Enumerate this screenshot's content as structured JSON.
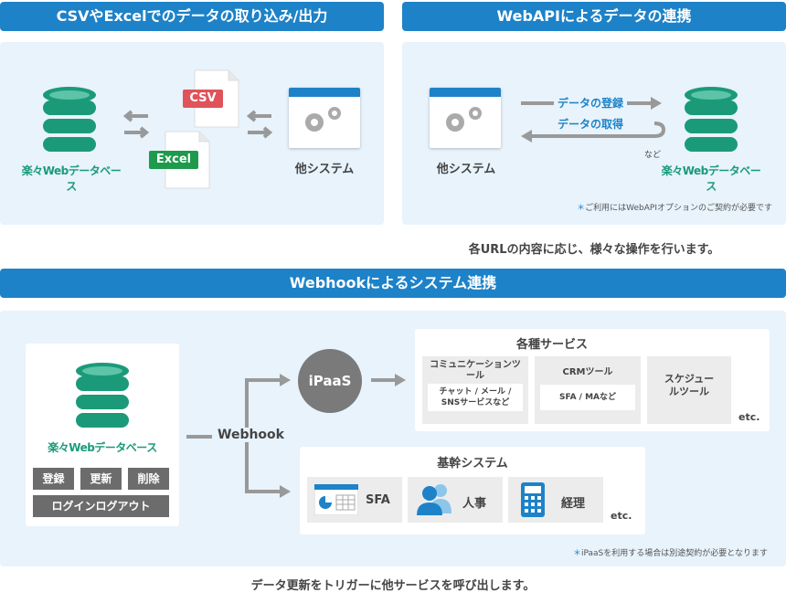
{
  "section1": {
    "title": "CSVやExcelでのデータの取り込み/出力",
    "db_label": "楽々Webデータベース",
    "csv_label": "CSV",
    "excel_label": "Excel",
    "other_system": "他システム"
  },
  "section2": {
    "title": "WebAPIによるデータの連携",
    "other_system": "他システム",
    "register": "データの登録",
    "fetch": "データの取得",
    "nado": "など",
    "db_label": "楽々Webデータベース",
    "note": "ご利用にはWebAPIオプションのご契約が必要です",
    "caption": "各URLの内容に応じ、様々な操作を行います。"
  },
  "section3": {
    "title": "Webhookによるシステム連携",
    "db_label": "楽々Webデータベース",
    "buttons": [
      "登録",
      "更新",
      "削除",
      "ログインログアウト"
    ],
    "webhook": "Webhook",
    "ipaas": "iPaaS",
    "services": {
      "title": "各種サービス",
      "comm_title": "コミュニケーションツール",
      "comm_detail_1": "チャット / メール /",
      "comm_detail_2": "SNSサービスなど",
      "crm_title": "CRMツール",
      "crm_detail": "SFA / MAなど",
      "sched_title": "スケジュールツール",
      "etc": "etc."
    },
    "core": {
      "title": "基幹システム",
      "sfa": "SFA",
      "hr": "人事",
      "acc": "経理",
      "etc": "etc."
    },
    "note": "iPaaSを利用する場合は別途契約が必要となります",
    "caption": "データ更新をトリガーに他サービスを呼び出します。"
  },
  "colors": {
    "accent": "#1d82c8",
    "db_green": "#1b9a7a",
    "csv_red": "#e0535a",
    "excel_green": "#1e9a4d"
  }
}
